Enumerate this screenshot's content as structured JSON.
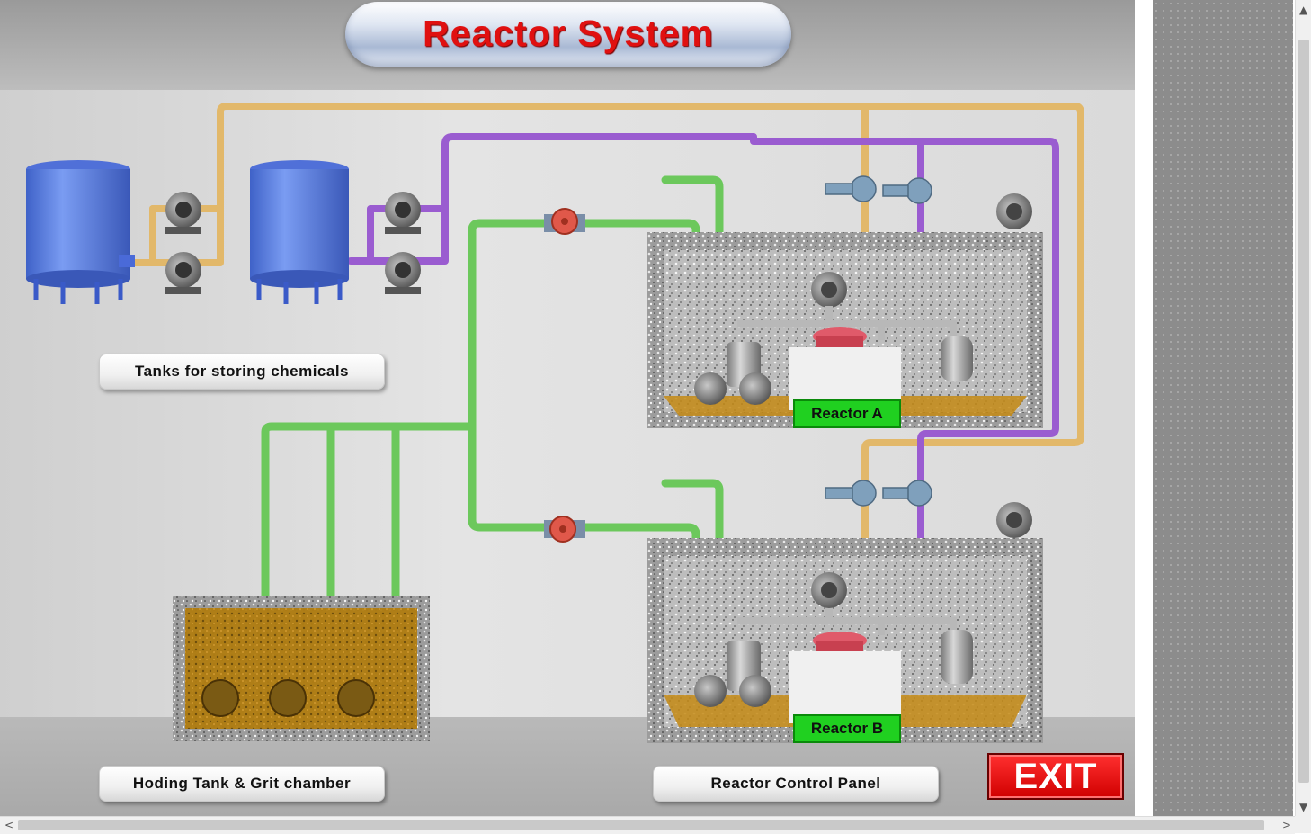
{
  "title": "Reactor System",
  "labels": {
    "tanks": "Tanks for storing chemicals",
    "holding": "Hoding Tank & Grit chamber",
    "control_panel": "Reactor Control Panel"
  },
  "reactors": {
    "a": "Reactor A",
    "b": "Reactor B"
  },
  "exit_label": "EXIT",
  "scroll": {
    "up": "▲",
    "down": "▼",
    "left": "<",
    "right": ">"
  },
  "colors": {
    "title_text": "#e01010",
    "pipe_orange": "#e8c070",
    "pipe_purple": "#a060d0",
    "pipe_green": "#6cc860",
    "tank_blue": "#5a7ee0",
    "sludge": "#b8860b",
    "reactor_label_bg": "#20d020",
    "exit_bg": "#e01010"
  },
  "icons": [
    "chemical-tank-icon",
    "pump-icon",
    "valve-icon",
    "mixer-icon",
    "blower-icon"
  ]
}
